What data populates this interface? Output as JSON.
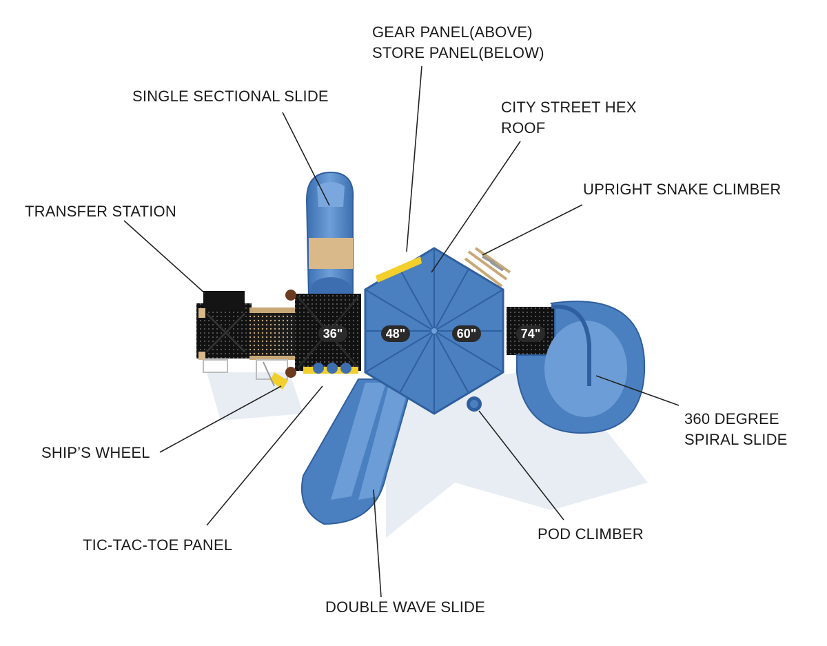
{
  "callouts": {
    "gear_panel": {
      "line1": "GEAR PANEL(ABOVE)",
      "line2": "STORE PANEL(BELOW)"
    },
    "single_slide": {
      "label": "SINGLE SECTIONAL SLIDE"
    },
    "hex_roof": {
      "line1": "CITY STREET HEX",
      "line2": "ROOF"
    },
    "snake_climber": {
      "label": "UPRIGHT SNAKE CLIMBER"
    },
    "transfer_station": {
      "label": "TRANSFER STATION"
    },
    "spiral_slide": {
      "line1": "360 DEGREE",
      "line2": "SPIRAL SLIDE"
    },
    "ships_wheel": {
      "label": "SHIP’S WHEEL"
    },
    "tic_tac_toe": {
      "label": "TIC-TAC-TOE PANEL"
    },
    "pod_climber": {
      "label": "POD CLIMBER"
    },
    "double_wave": {
      "label": "DOUBLE WAVE SLIDE"
    }
  },
  "deck_heights": {
    "deck_1": "36\"",
    "deck_2": "48\"",
    "deck_3": "60\"",
    "deck_4": "74\""
  },
  "colors": {
    "plastic_blue": "#4a7fc0",
    "plastic_blue_dark": "#2f5f9e",
    "deck_black": "#141414",
    "tan": "#d9b98a",
    "yellow": "#f2cf2a",
    "callout_text": "#1a1a1a"
  }
}
